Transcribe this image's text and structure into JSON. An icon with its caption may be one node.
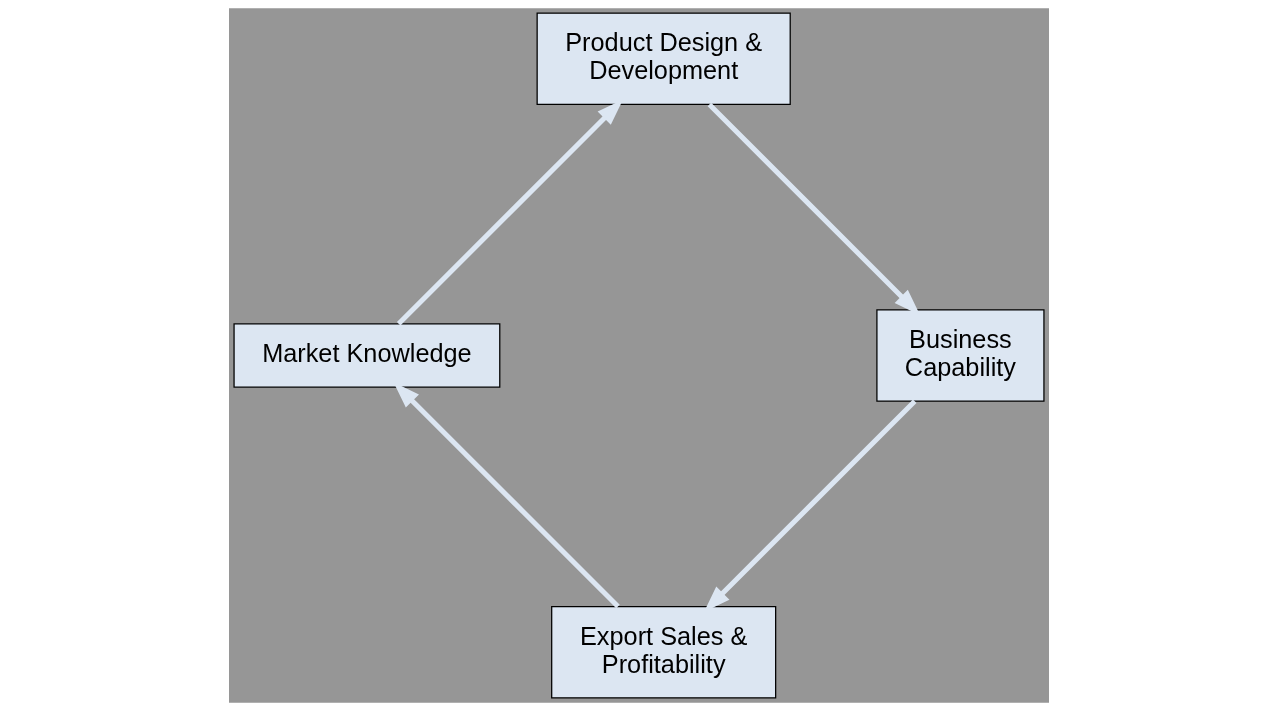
{
  "diagram": {
    "nodes": [
      {
        "text": [
          "Export Sales & Profitability"
        ]
      },
      {
        "text": [
          "Market Knowledge"
        ]
      },
      {
        "text": [
          "Product Design & Development"
        ]
      },
      {
        "text": [
          "Business Capability"
        ]
      }
    ],
    "edges": [
      {
        "from": 0,
        "to": 1,
        "arrow": "to"
      },
      {
        "from": 1,
        "to": 2,
        "arrow": "to"
      },
      {
        "from": 2,
        "to": 3,
        "arrow": "to"
      },
      {
        "from": 3,
        "to": 0,
        "arrow": "to"
      }
    ]
  }
}
